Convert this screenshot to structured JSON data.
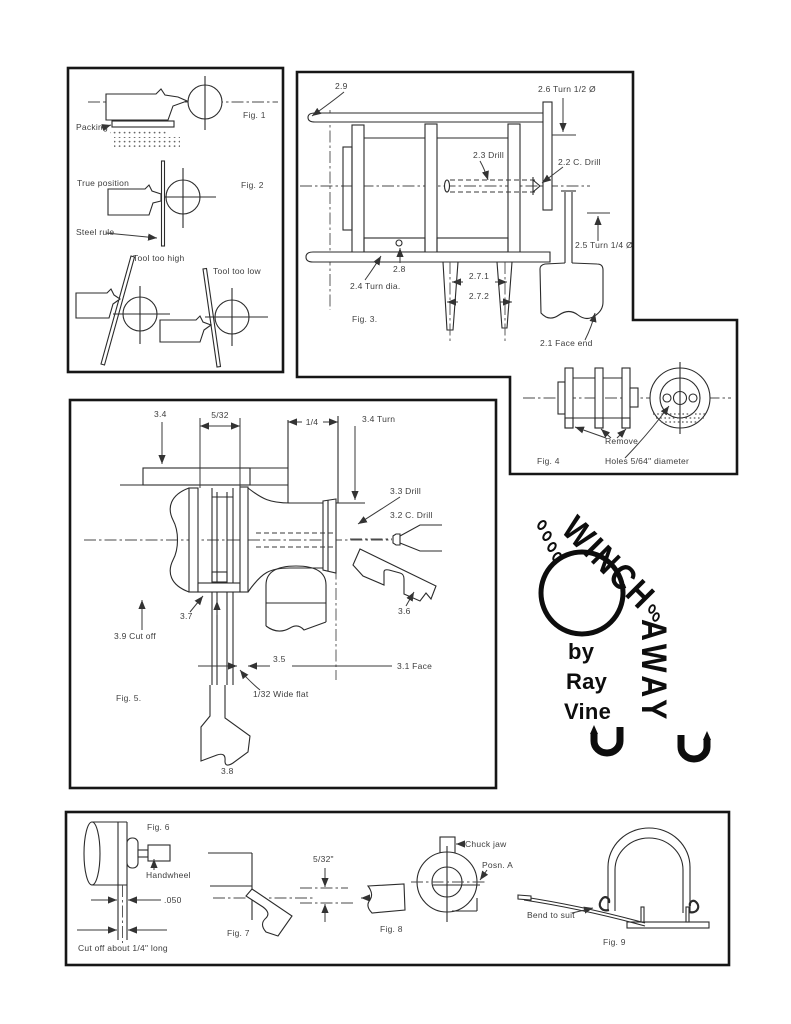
{
  "page": {
    "background": "#ffffff",
    "ink": "#2b2b2b"
  },
  "figures": {
    "fig1_2": {
      "fig1": "Fig. 1",
      "packing": "Packing",
      "true_position": "True position",
      "fig2": "Fig. 2",
      "steel_rule": "Steel rule",
      "tool_too_high": "Tool too high",
      "tool_too_low": "Tool too low"
    },
    "fig3": {
      "ref_2_9": "2.9",
      "turn_2_6": "2.6 Turn 1/2 Ø",
      "drill_2_3": "2.3 Drill",
      "cdrill_2_2": "2.2 C. Drill",
      "turn_2_5": "2.5 Turn 1/4 Ø",
      "hole_2_8": "2.8",
      "dim_2_7_1": "2.7.1",
      "dim_2_7_2": "2.7.2",
      "turn_2_4": "2.4 Turn dia.",
      "caption": "Fig. 3.",
      "face_2_1": "2.1 Face end"
    },
    "fig4": {
      "remove": "Remove",
      "caption": "Fig. 4",
      "holes": "Holes 5/64\" diameter"
    },
    "fig5": {
      "ref_3_4": "3.4",
      "dim_5_32": "5/32",
      "dim_1_4": "1/4",
      "turn_3_4": "3.4 Turn",
      "drill_3_3": "3.3 Drill",
      "cdrill_3_2": "3.2 C. Drill",
      "ref_3_7": "3.7",
      "ref_3_6": "3.6",
      "cutoff_3_9": "3.9 Cut off",
      "ref_3_5": "3.5",
      "face_3_1": "3.1 Face",
      "wide_flat": "1/32 Wide flat",
      "caption": "Fig. 5.",
      "ref_3_8": "3.8"
    },
    "fig6_9": {
      "fig6": "Fig. 6",
      "handwheel": "Handwheel",
      "dim_050": ".050",
      "cut_off": "Cut off about 1/4\" long",
      "dim_5_32": "5/32\"",
      "fig7": "Fig. 7",
      "chuck_jaw": "Chuck jaw",
      "posn_a": "Posn. A",
      "fig8": "Fig. 8",
      "bend_to_suit": "Bend to suit",
      "fig9": "Fig. 9"
    }
  },
  "logo": {
    "winch": "WINCH",
    "away": "AWAY",
    "by": "by",
    "ray": "Ray",
    "vine": "Vine"
  }
}
